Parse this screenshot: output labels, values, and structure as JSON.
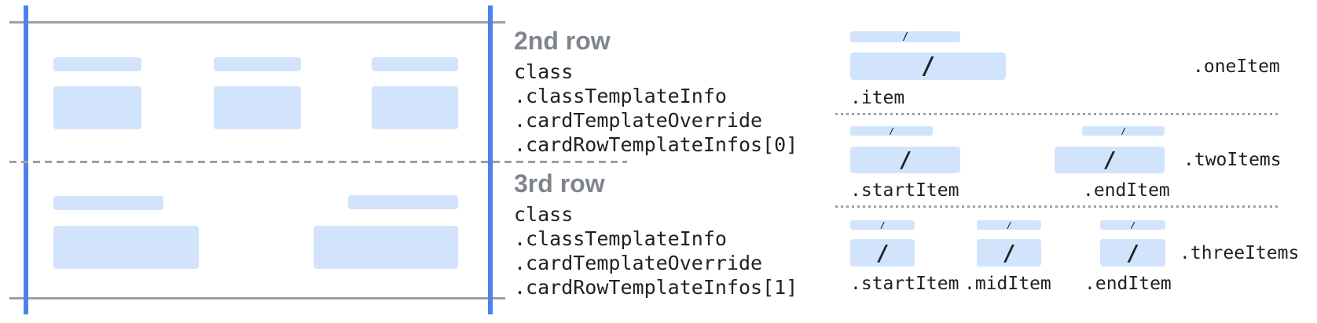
{
  "colors": {
    "bar_fill": "#d2e3fc",
    "guide_blue": "#4d82ec",
    "guide_gray": "#9aa0a6",
    "heading_gray": "#80868b",
    "text_dark": "#202124"
  },
  "slash": "/",
  "middle": {
    "sections": [
      {
        "heading": "2nd row",
        "path_lines": [
          "class",
          ".classTemplateInfo",
          ".cardTemplateOverride",
          ".cardRowTemplateInfos[0]"
        ]
      },
      {
        "heading": "3rd row",
        "path_lines": [
          "class",
          ".classTemplateInfo",
          ".cardTemplateOverride",
          ".cardRowTemplateInfos[1]"
        ]
      }
    ]
  },
  "right": {
    "sections": [
      {
        "group_label": ".oneItem",
        "item_labels": [
          ".item"
        ]
      },
      {
        "group_label": ".twoItems",
        "item_labels": [
          ".startItem",
          ".endItem"
        ]
      },
      {
        "group_label": ".threeItems",
        "item_labels": [
          ".startItem",
          ".midItem",
          ".endItem"
        ]
      }
    ]
  }
}
